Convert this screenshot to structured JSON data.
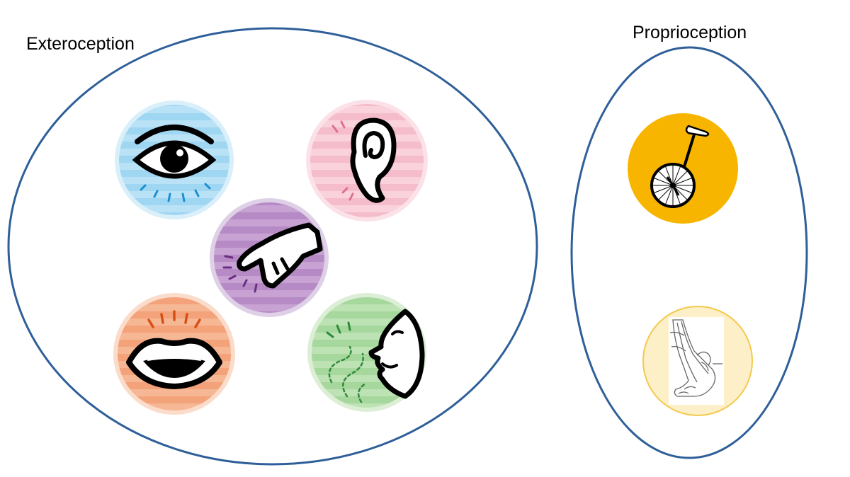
{
  "groups": {
    "exteroception": {
      "label": "Exteroception",
      "border_color": "#2f5f99",
      "senses": [
        {
          "name": "sight",
          "icon": "eye-icon",
          "color": "#9fd6f2"
        },
        {
          "name": "hearing",
          "icon": "ear-icon",
          "color": "#f5bccb"
        },
        {
          "name": "touch",
          "icon": "hand-icon",
          "color": "#b68ac4"
        },
        {
          "name": "taste",
          "icon": "mouth-icon",
          "color": "#f3a27a"
        },
        {
          "name": "smell",
          "icon": "nose-face-icon",
          "color": "#a6d79c"
        }
      ]
    },
    "proprioception": {
      "label": "Proprioception",
      "border_color": "#2f5f99",
      "senses": [
        {
          "name": "balance",
          "icon": "unicycle-icon",
          "color": "#f7b500"
        },
        {
          "name": "body position",
          "icon": "foot-anatomy-icon",
          "color": "#fdf0c8"
        }
      ]
    }
  }
}
